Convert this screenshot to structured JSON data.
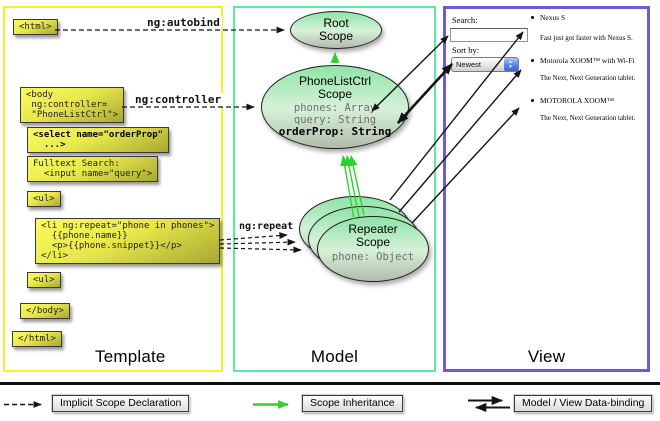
{
  "columns": {
    "template_title": "Template",
    "model_title": "Model",
    "view_title": "View"
  },
  "labels": {
    "autobind": "ng:autobind",
    "controller": "ng:controller",
    "repeat": "ng:repeat"
  },
  "template": {
    "boxes": [
      {
        "text": "<html>"
      },
      {
        "text": "<body\n ng:controller=\n \"PhoneListCtrl\">"
      },
      {
        "text": "<select name=\"orderProp\"\n  ...>"
      },
      {
        "text": "Fulltext Search:\n  <input name=\"query\">"
      },
      {
        "text": "<ul>"
      },
      {
        "text": "<li ng:repeat=\"phone in phones\">\n  {{phone.name}}\n  <p>{{phone.snippet}}</p>\n</li>"
      },
      {
        "text": "<ul>"
      },
      {
        "text": "</body>"
      },
      {
        "text": "</html>"
      }
    ]
  },
  "model": {
    "root_scope": {
      "line1": "Root",
      "line2": "Scope"
    },
    "phonelist_scope": {
      "line1": "PhoneListCtrl",
      "line2": "Scope",
      "prop1": "phones: Array",
      "prop2": "query: String",
      "prop3": "orderProp: String"
    },
    "repeater_scope": {
      "line1": "Repeater",
      "line2": "Scope",
      "prop": "phone: Object"
    }
  },
  "view": {
    "search_label": "Search:",
    "sort_label": "Sort by:",
    "sort_value": "Newest",
    "items": [
      {
        "name": "Nexus S",
        "desc": "Fast just got faster with Nexus S."
      },
      {
        "name": "Motorola XOOM™ with Wi-Fi",
        "desc": "The Next, Next Generation tablet."
      },
      {
        "name": "MOTOROLA XOOM™",
        "desc": "The Next, Next Generation tablet."
      }
    ]
  },
  "legend": [
    {
      "label": "Implicit Scope Declaration"
    },
    {
      "label": "Scope Inheritance"
    },
    {
      "label": "Model / View Data-binding"
    }
  ],
  "colors": {
    "template_border": "#f3f320",
    "model_border": "#5ce9a0",
    "view_border": "#6a5cd8",
    "green_arrow": "#2bd32b",
    "box_yellow": "#e8e84c",
    "scope_green": "#8fe4a7"
  }
}
